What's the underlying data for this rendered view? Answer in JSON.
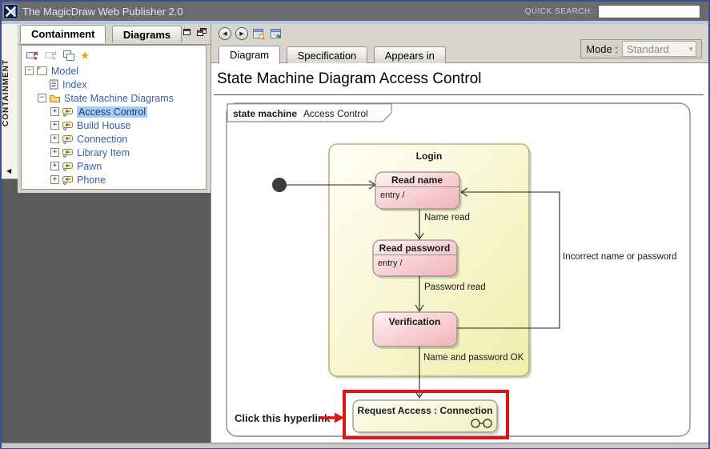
{
  "titlebar": {
    "app_title": "The MagicDraw Web Publisher 2.0",
    "quick_search_label": "QUICK SEARCH:"
  },
  "sidebar": {
    "vertical_tab_label": "CONTAINMENT",
    "tabs": [
      {
        "label": "Containment",
        "active": true
      },
      {
        "label": "Diagrams",
        "active": false
      }
    ],
    "tree": [
      {
        "label": "Model",
        "expanded": true
      },
      {
        "label": "Index"
      },
      {
        "label": "State Machine Diagrams",
        "expanded": true
      },
      {
        "label": "Access Control",
        "selected": true
      },
      {
        "label": "Build House"
      },
      {
        "label": "Connection"
      },
      {
        "label": "Library Item"
      },
      {
        "label": "Pawn"
      },
      {
        "label": "Phone"
      }
    ]
  },
  "main": {
    "tabs": [
      {
        "label": "Diagram",
        "active": true
      },
      {
        "label": "Specification",
        "active": false
      },
      {
        "label": "Appears in",
        "active": false
      }
    ],
    "mode_label": "Mode :",
    "mode_value": "Standard",
    "page_title": "State Machine Diagram Access Control"
  },
  "diagram": {
    "frame_keyword": "state machine",
    "frame_title": "Access Control",
    "composite_state": {
      "name": "Login"
    },
    "states": [
      {
        "name": "Read name",
        "entry": "entry /"
      },
      {
        "name": "Read password",
        "entry": "entry /"
      },
      {
        "name": "Verification"
      }
    ],
    "transitions": [
      {
        "label": "Name read"
      },
      {
        "label": "Password read"
      },
      {
        "label": "Incorrect name or password"
      },
      {
        "label": "Name and password OK"
      }
    ],
    "submachine_state": {
      "name": "Request Access : Connection"
    },
    "annotation": {
      "label": "Click this hyperlink"
    }
  },
  "colors": {
    "titlebar": "#6b6b6b",
    "sidebar_backdrop": "#595a5c",
    "strip": "#d8d5cd",
    "tree_link": "#3a5fa5",
    "selection": "#a9ccf2",
    "state_yellow_border": "#b3a364",
    "state_pink_border": "#8f8f8f",
    "annotation_red": "#e11414"
  },
  "icons": {
    "plus": "+",
    "minus": "−",
    "back_arrow": "◀",
    "forward_arrow": "▶",
    "dropdown_arrow": "▼",
    "star": "★",
    "panel_collapse_arrow": "◀"
  }
}
